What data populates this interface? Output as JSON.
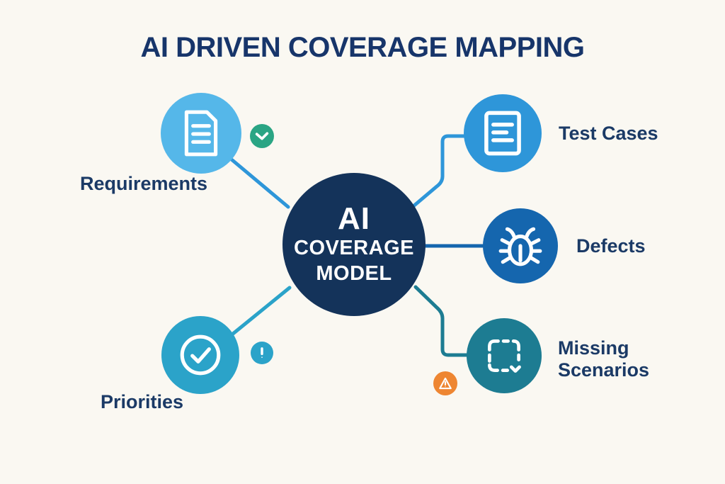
{
  "title": "AI DRIVEN COVERAGE MAPPING",
  "center_node": {
    "line1": "AI",
    "line2": "COVERAGE",
    "line3": "MODEL",
    "color": "#14335a"
  },
  "nodes": {
    "requirements": {
      "label": "Requirements",
      "icon": "document-icon",
      "circle_color": "#55b7e9",
      "badge": {
        "icon": "check-icon",
        "color": "#2aa584"
      }
    },
    "test_cases": {
      "label": "Test Cases",
      "icon": "spec-document-icon",
      "circle_color": "#2e96d9"
    },
    "defects": {
      "label": "Defects",
      "icon": "bug-icon",
      "circle_color": "#1566ae"
    },
    "missing_scenarios": {
      "label": "Missing Scenarios",
      "icon": "dashed-selection-icon",
      "circle_color": "#1d7c92",
      "badge": {
        "icon": "warning-triangle-icon",
        "color": "#ee8632"
      }
    },
    "priorities": {
      "label": "Priorities",
      "icon": "check-circle-icon",
      "circle_color": "#2ba3c9",
      "badge": {
        "icon": "exclamation-icon",
        "color": "#2ba3c9"
      }
    }
  },
  "connectors": {
    "requirements_color": "#2e96d9",
    "test_cases_color": "#2e96d9",
    "defects_color": "#1566ae",
    "missing_scenarios_color": "#1d7c92",
    "priorities_color": "#2ba3c9"
  },
  "colors": {
    "background": "#faf8f2",
    "title_text": "#17356a",
    "label_text": "#1b3a66"
  }
}
